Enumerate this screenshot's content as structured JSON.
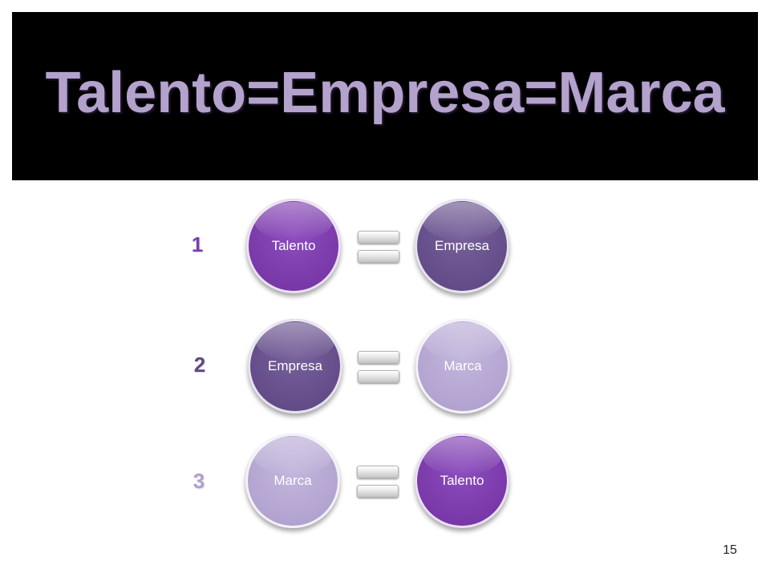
{
  "title": "Talento=Empresa=Marca",
  "colors": {
    "title": "#b3a2cc",
    "talento": "#7e3fae",
    "empresa": "#674f8a",
    "marca": "#b7a8d3",
    "num_1": "#7a3fb0",
    "num_2": "#5e4a86",
    "num_3": "#b19fd0"
  },
  "rows": [
    {
      "number": "1",
      "left": "Talento",
      "right": "Empresa"
    },
    {
      "number": "2",
      "left": "Empresa",
      "right": "Marca"
    },
    {
      "number": "3",
      "left": "Marca",
      "right": "Talento"
    }
  ],
  "page_number": "15"
}
